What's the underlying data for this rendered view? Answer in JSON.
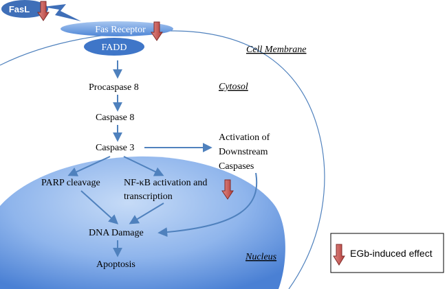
{
  "colors": {
    "membrane_stroke": "#4f81bd",
    "nucleus_light": "#c6dbf7",
    "nucleus_dark": "#4a80d4",
    "arrow": "#4f81bd",
    "effect_arrow_fill": "#c0504d",
    "effect_arrow_stroke": "#7f2a28",
    "ellipse_fill": "#6fa2e6",
    "text": "#000000"
  },
  "labels": {
    "fasl": "FasL",
    "fas_receptor": "Fas Receptor",
    "fadd": "FADD",
    "cell_membrane": "Cell Membrane",
    "cytosol": "Cytosol",
    "nucleus": "Nucleus",
    "procaspase8": "Procaspase 8",
    "caspase8": "Caspase 8",
    "caspase3": "Caspase 3",
    "downstream": [
      "Activation of",
      "Downstream",
      "Caspases"
    ],
    "parp": "PARP cleavage",
    "nfkb": [
      "NF-κB activation and",
      "transcription"
    ],
    "dna_damage": "DNA Damage",
    "apoptosis": "Apoptosis"
  },
  "legend": {
    "text": "EGb-induced effect",
    "icon": "down-arrow-icon"
  }
}
